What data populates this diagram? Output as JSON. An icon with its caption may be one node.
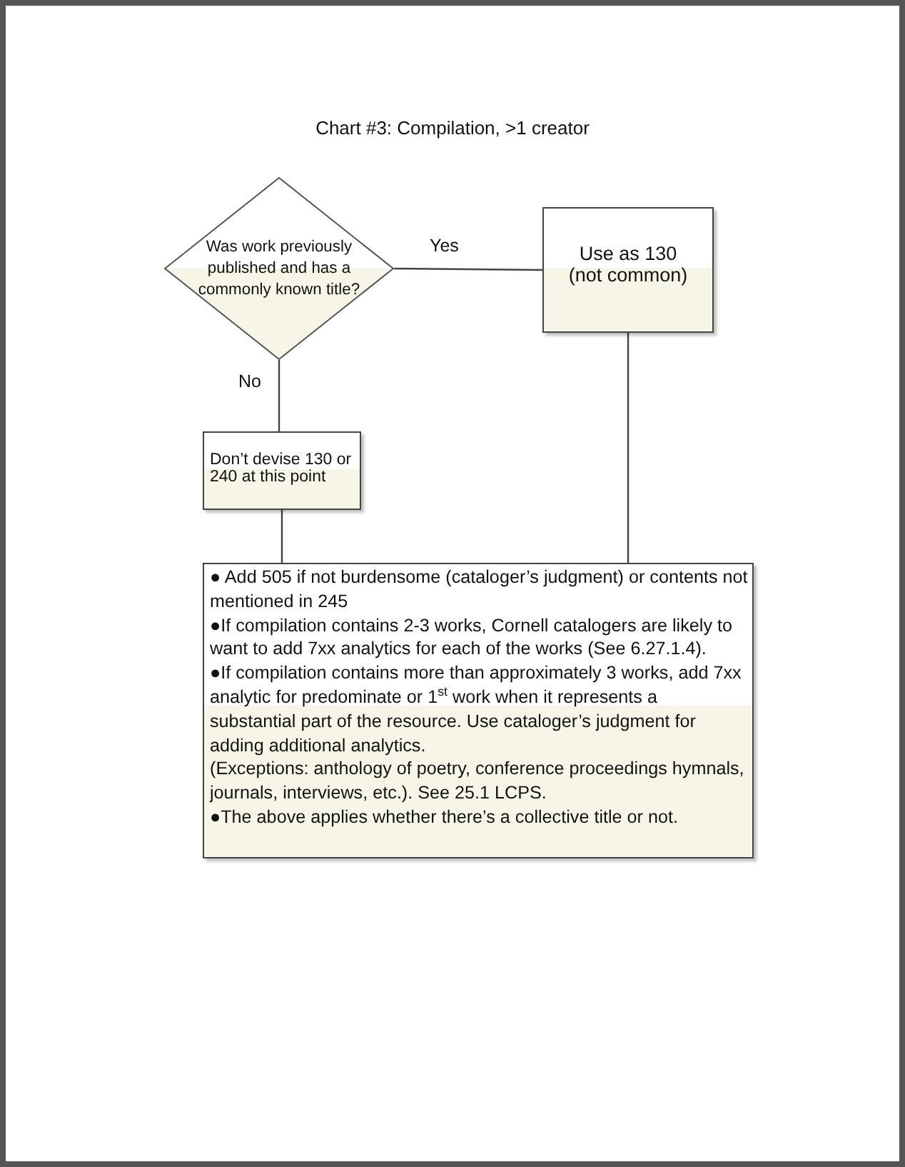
{
  "diagram": {
    "title": "Chart #3: Compilation, >1 creator",
    "nodes": [
      {
        "text": [
          "Was work previously published and has a commonly known title?"
        ]
      },
      {
        "text": [
          "Use as 130 (not common)"
        ]
      },
      {
        "text": [
          "Don’t devise 130 or 240 at this point"
        ]
      },
      {
        "text": [
          "● Add 505 if not burdensome (cataloger’s judgment) or contents not mentioned in 245",
          "●If compilation contains 2-3 works, Cornell catalogers are likely to want to add 7xx analytics for each of the works (See 6.27.1.4).",
          "●If compilation contains more than approximately 3 works, add 7xx analytic for predominate or 1$^{st}$ work when it represents a substantial part of the resource. Use cataloger’s judgment for adding additional analytics.",
          "(Exceptions: anthology of poetry, conference proceedings hymnals, journals, interviews, etc.).  See 25.1 LCPS.",
          "●The above applies whether there’s a collective title or not."
        ]
      }
    ],
    "edges": [
      {
        "from": 0,
        "to": 1,
        "arrow": "none",
        "label": "Yes"
      },
      {
        "from": 0,
        "to": 2,
        "arrow": "none",
        "label": "No"
      },
      {
        "from": 2,
        "to": 3,
        "arrow": "none"
      },
      {
        "from": 1,
        "to": 3,
        "arrow": "none"
      }
    ]
  }
}
